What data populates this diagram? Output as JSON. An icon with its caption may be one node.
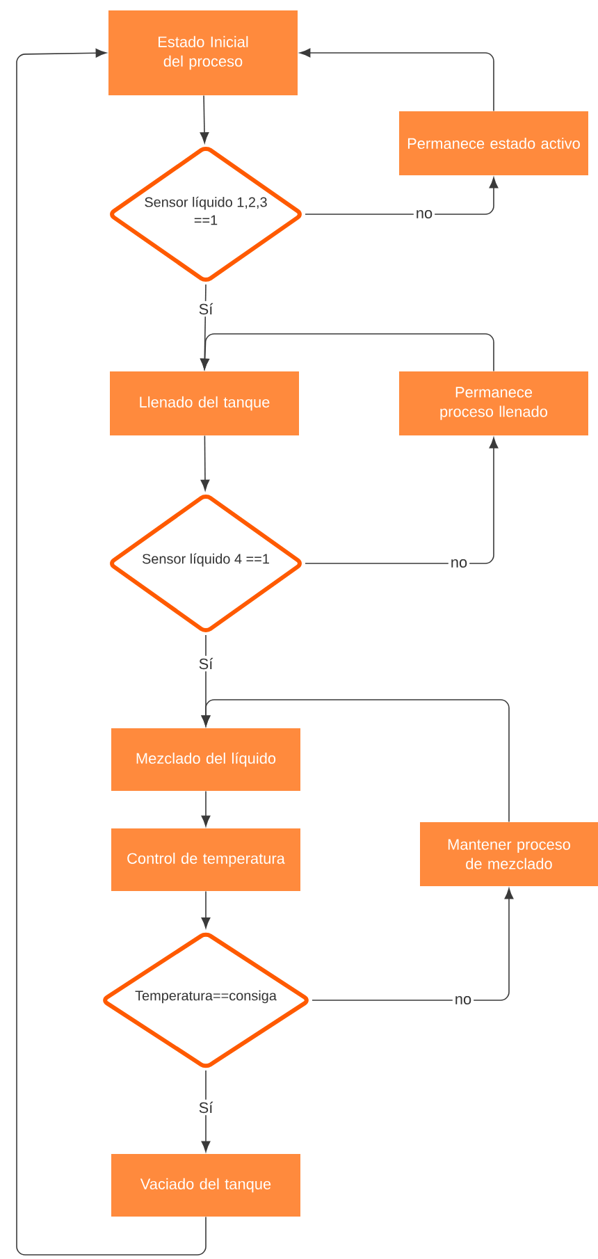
{
  "diagram": {
    "nodes": [
      {
        "text": [
          "Estado Inicial del proceso"
        ]
      },
      {
        "text": [
          "Sensor líquido 1,2,3 ==1"
        ]
      },
      {
        "text": [
          "Permanece estado activo"
        ]
      },
      {
        "text": [
          "Llenado del tanque"
        ]
      },
      {
        "text": [
          "Permanece proceso llenado"
        ]
      },
      {
        "text": [
          "Sensor líquido 4 ==1"
        ]
      },
      {
        "text": [
          "Mezclado del líquido"
        ]
      },
      {
        "text": [
          "Control de temperatura"
        ]
      },
      {
        "text": [
          "Mantener proceso de mezclado"
        ]
      },
      {
        "text": [
          "Temperatura==consiga"
        ]
      },
      {
        "text": [
          "Vaciado del tanque"
        ]
      }
    ],
    "edges": [
      {
        "from": 0,
        "to": 1,
        "arrow": "to"
      },
      {
        "from": 1,
        "to": 2,
        "arrow": "to",
        "label": "no"
      },
      {
        "from": 2,
        "to": 0,
        "arrow": "to"
      },
      {
        "from": 1,
        "to": 3,
        "arrow": "to",
        "label": "Sí"
      },
      {
        "from": 3,
        "to": 5,
        "arrow": "to"
      },
      {
        "from": 5,
        "to": 4,
        "arrow": "to",
        "label": "no"
      },
      {
        "from": 4,
        "to": 3,
        "arrow": "to"
      },
      {
        "from": 5,
        "to": 6,
        "arrow": "to",
        "label": "Sí"
      },
      {
        "from": 6,
        "to": 7,
        "arrow": "to"
      },
      {
        "from": 7,
        "to": 9,
        "arrow": "to"
      },
      {
        "from": 9,
        "to": 8,
        "arrow": "to",
        "label": "no"
      },
      {
        "from": 8,
        "to": 6,
        "arrow": "to"
      },
      {
        "from": 9,
        "to": 10,
        "arrow": "to",
        "label": "Sí"
      },
      {
        "from": 10,
        "to": 0,
        "arrow": "to"
      }
    ]
  }
}
